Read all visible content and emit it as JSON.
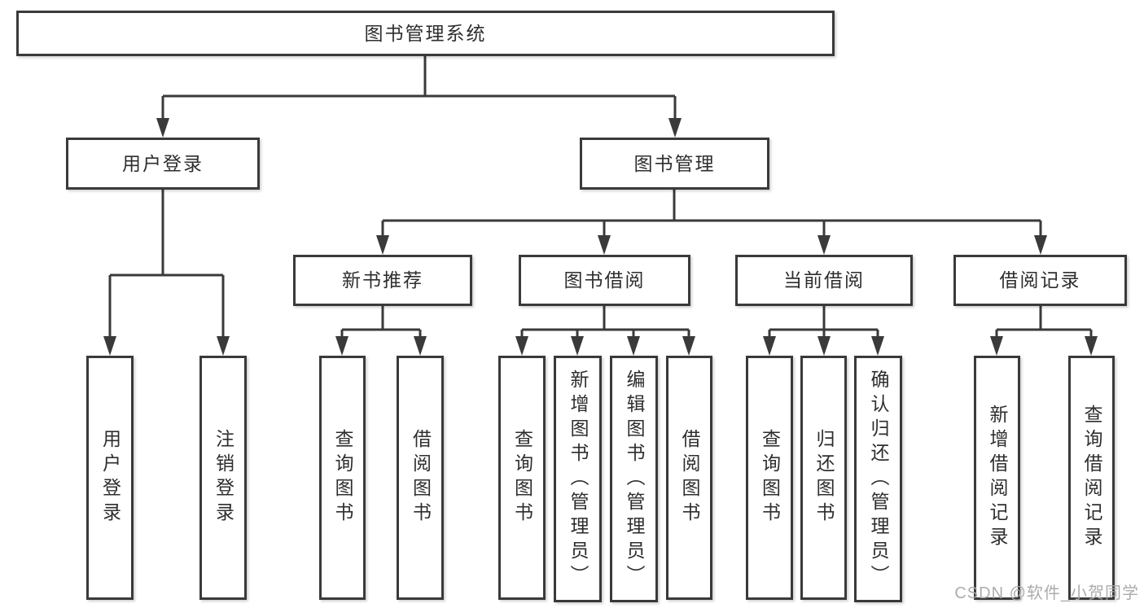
{
  "diagram": {
    "root": "图书管理系统",
    "level2": [
      "用户登录",
      "图书管理"
    ],
    "level3": [
      "新书推荐",
      "图书借阅",
      "当前借阅",
      "借阅记录"
    ],
    "leaves": {
      "login": [
        "用户登录",
        "注销登录"
      ],
      "recommend": [
        "查询图书",
        "借阅图书"
      ],
      "borrow": [
        "查询图书",
        "新增图书（管理员）",
        "编辑图书（管理员）",
        "借阅图书"
      ],
      "current": [
        "查询图书",
        "归还图书",
        "确认归还（管理员）"
      ],
      "records": [
        "新增借阅记录",
        "查询借阅记录"
      ]
    }
  },
  "colors": {
    "line": "#3a3a3a",
    "border": "#3a3a3a",
    "text": "#2e2e2e",
    "watermark": "#a8a8a8"
  },
  "watermark": "CSDN @软件_小贺同学"
}
